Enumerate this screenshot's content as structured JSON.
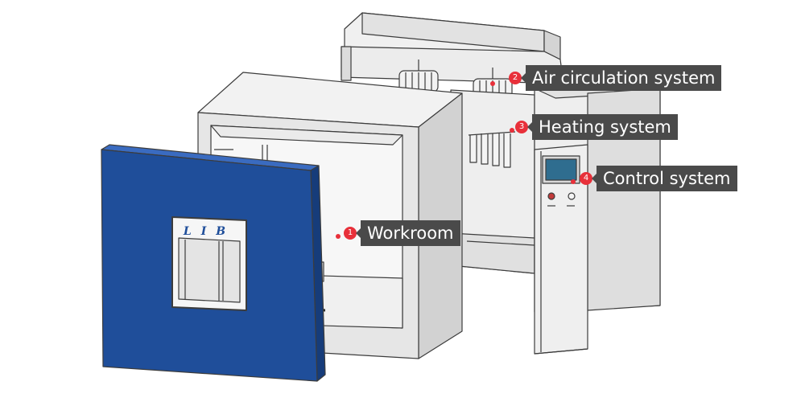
{
  "brand_logo": "LIB",
  "callouts": [
    {
      "number": "1",
      "label": "Workroom"
    },
    {
      "number": "2",
      "label": "Air circulation system"
    },
    {
      "number": "3",
      "label": "Heating system"
    },
    {
      "number": "4",
      "label": "Control system"
    }
  ],
  "colors": {
    "door_blue": "#1f4e9a",
    "door_edge": "#163c7a",
    "panel_gray": "#e6e6e6",
    "panel_shade": "#d2d2d2",
    "line": "#3c3c3c",
    "badge_red": "#e8303a",
    "label_bg": "#4a4a4a",
    "screen": "#2f6d8f"
  }
}
